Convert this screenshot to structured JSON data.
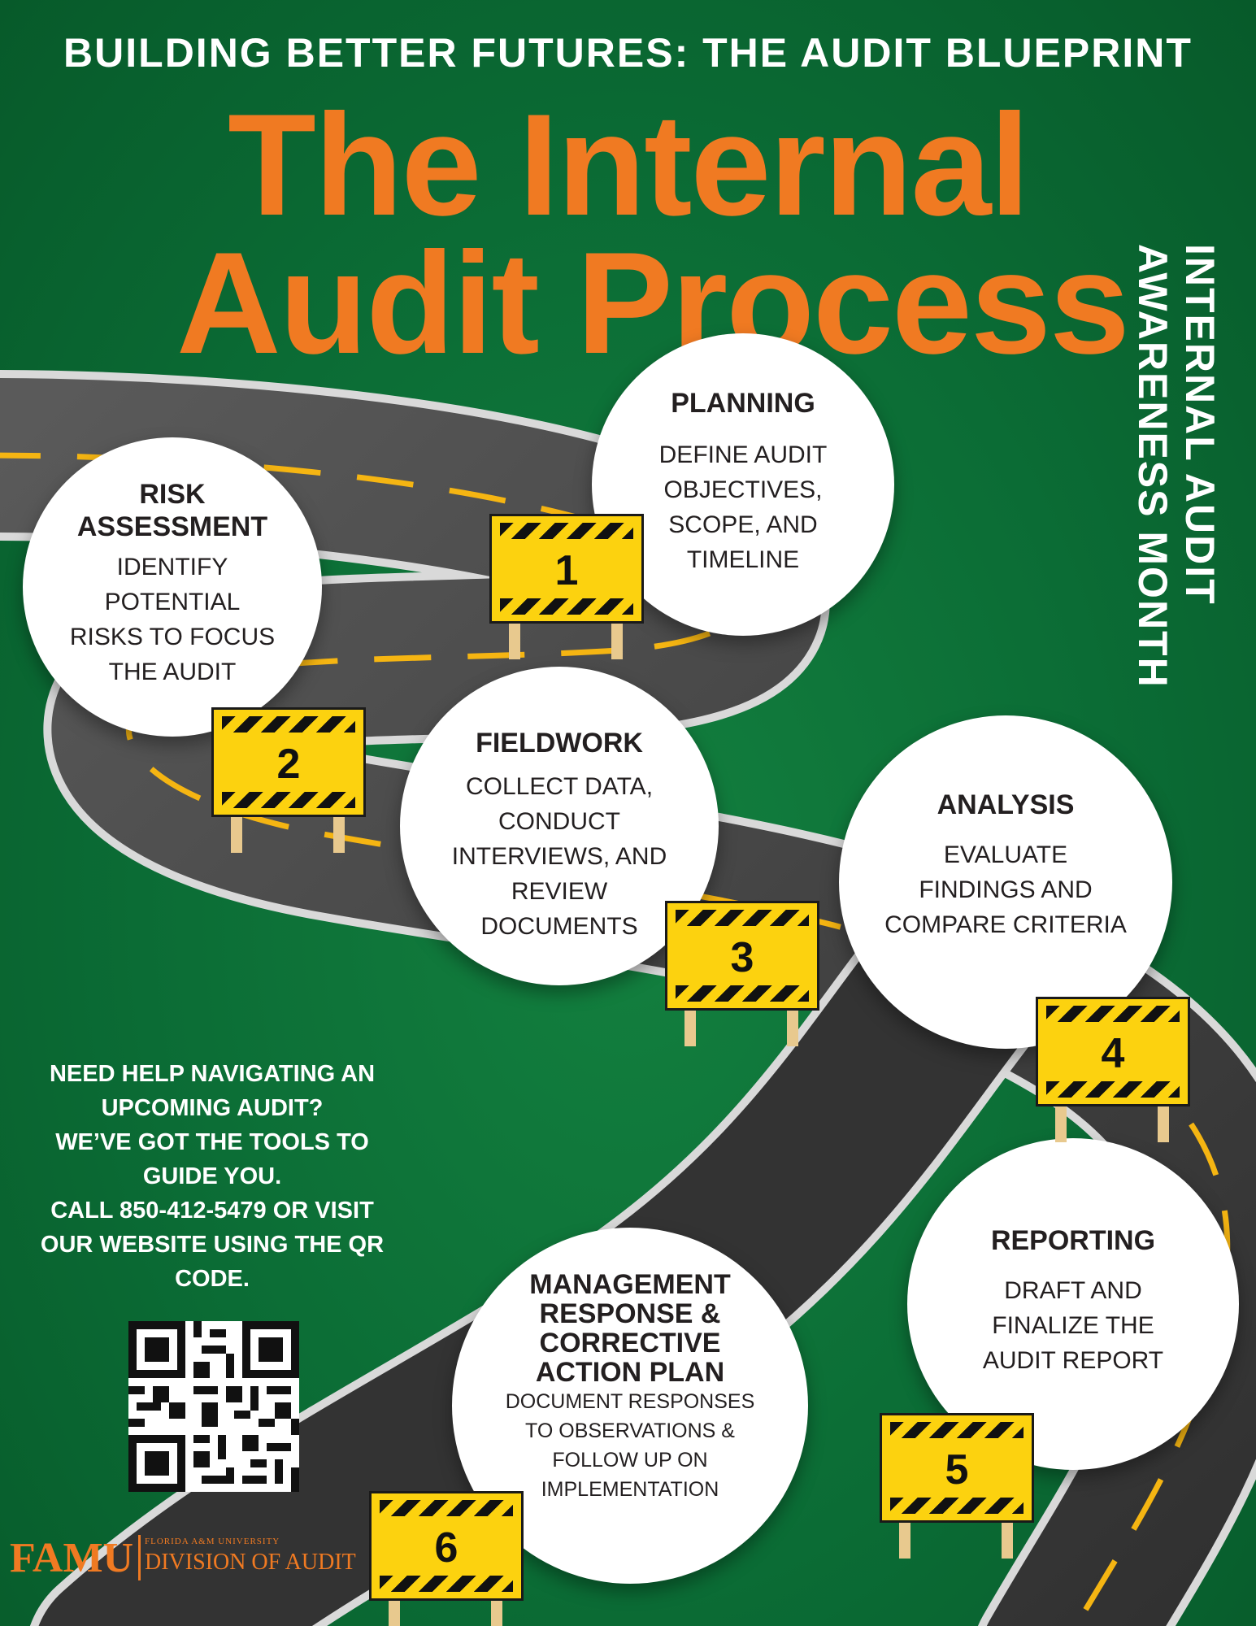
{
  "header": {
    "subtitle": "BUILDING BETTER FUTURES: THE AUDIT BLUEPRINT",
    "title_line1": "The Internal",
    "title_line2": "Audit Process"
  },
  "side_text": {
    "line1": "INTERNAL AUDIT",
    "line2": "AWARENESS MONTH"
  },
  "steps": [
    {
      "number": "1",
      "title": "PLANNING",
      "body": [
        "DEFINE AUDIT",
        "OBJECTIVES,",
        "SCOPE, AND",
        "TIMELINE"
      ]
    },
    {
      "number": "2",
      "title": "RISK ASSESSMENT",
      "title_lines": [
        "RISK",
        "ASSESSMENT"
      ],
      "body": [
        "IDENTIFY",
        "POTENTIAL",
        "RISKS TO FOCUS",
        "THE AUDIT"
      ]
    },
    {
      "number": "3",
      "title": "FIELDWORK",
      "body": [
        "COLLECT DATA,",
        "CONDUCT",
        "INTERVIEWS, AND",
        "REVIEW",
        "DOCUMENTS"
      ]
    },
    {
      "number": "4",
      "title": "ANALYSIS",
      "body": [
        "EVALUATE",
        "FINDINGS AND",
        "COMPARE CRITERIA"
      ]
    },
    {
      "number": "5",
      "title": "REPORTING",
      "body": [
        "DRAFT AND",
        "FINALIZE THE",
        "AUDIT REPORT"
      ]
    },
    {
      "number": "6",
      "title_lines": [
        "MANAGEMENT",
        "RESPONSE &",
        "CORRECTIVE",
        "ACTION PLAN"
      ],
      "body": [
        "DOCUMENT RESPONSES",
        "TO OBSERVATIONS &",
        "FOLLOW UP ON",
        "IMPLEMENTATION"
      ]
    }
  ],
  "help": {
    "lines": [
      "NEED HELP NAVIGATING AN",
      "UPCOMING AUDIT?",
      "WE’VE GOT THE TOOLS TO",
      "GUIDE YOU.",
      "CALL 850-412-5479 OR VISIT",
      "OUR WEBSITE USING THE QR",
      "CODE."
    ]
  },
  "logo": {
    "mark": "FAMU",
    "university": "FLORIDA A&M UNIVERSITY",
    "division": "DIVISION OF AUDIT"
  },
  "colors": {
    "background": "#0b6c35",
    "title_orange": "#f07a22",
    "road": "#3a3a3a",
    "road_line": "#f5b512",
    "sign_yellow": "#fcd20f"
  },
  "icons": [
    "qr-code-icon",
    "famu-logo-icon"
  ]
}
